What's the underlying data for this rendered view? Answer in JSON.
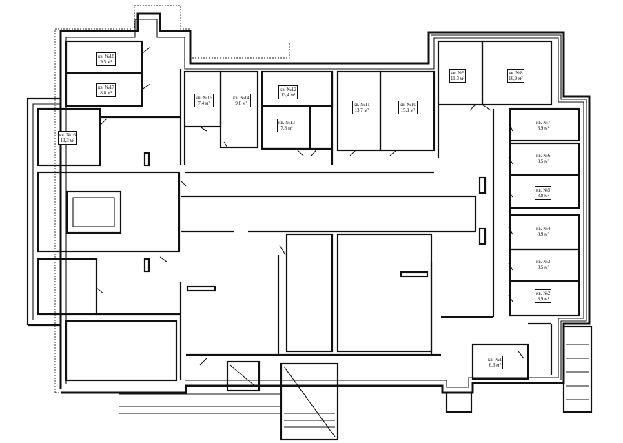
{
  "rooms": [
    {
      "id": "r18",
      "name": "кв. №18",
      "area": "9,5 м²"
    },
    {
      "id": "r17",
      "name": "кв. №17",
      "area": "8,8 м²"
    },
    {
      "id": "r16",
      "name": "кв. №16",
      "area": "13,3 м²"
    },
    {
      "id": "r15",
      "name": "кв. №15",
      "area": "7,4 м²"
    },
    {
      "id": "r14",
      "name": "кв. №14",
      "area": "9,8 м²"
    },
    {
      "id": "r12",
      "name": "кв. №12",
      "area": "13,4 м²"
    },
    {
      "id": "r13",
      "name": "кв. №13",
      "area": "7,8 м²"
    },
    {
      "id": "r11",
      "name": "кв. №11",
      "area": "13,7 м²"
    },
    {
      "id": "r10",
      "name": "кв. №10",
      "area": "15,1 м²"
    },
    {
      "id": "r9",
      "name": "кв. №9",
      "area": "11,3 м²"
    },
    {
      "id": "r8",
      "name": "кв. №8",
      "area": "16,9 м²"
    },
    {
      "id": "r7",
      "name": "кв. №7",
      "area": "8,9 м²"
    },
    {
      "id": "r6",
      "name": "кв. №6",
      "area": "8,5 м²"
    },
    {
      "id": "r5",
      "name": "кв. №5",
      "area": "8,8 м²"
    },
    {
      "id": "r4",
      "name": "кв. №4",
      "area": "8,9 м²"
    },
    {
      "id": "r3",
      "name": "кв. №3",
      "area": "8,5 м²"
    },
    {
      "id": "r2",
      "name": "кв. №2",
      "area": "8,9 м²"
    },
    {
      "id": "r1",
      "name": "кв. №1",
      "area": "6,6 м²"
    }
  ]
}
